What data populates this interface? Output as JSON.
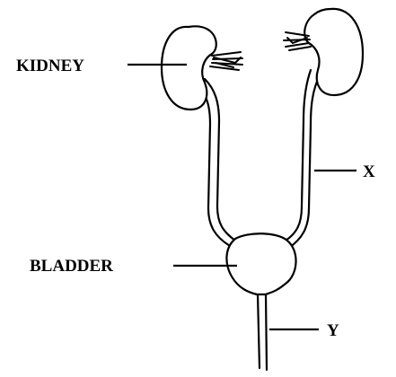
{
  "labels": {
    "kidney": "KIDNEY",
    "bladder": "BLADDER",
    "x": "X",
    "y": "Y"
  }
}
